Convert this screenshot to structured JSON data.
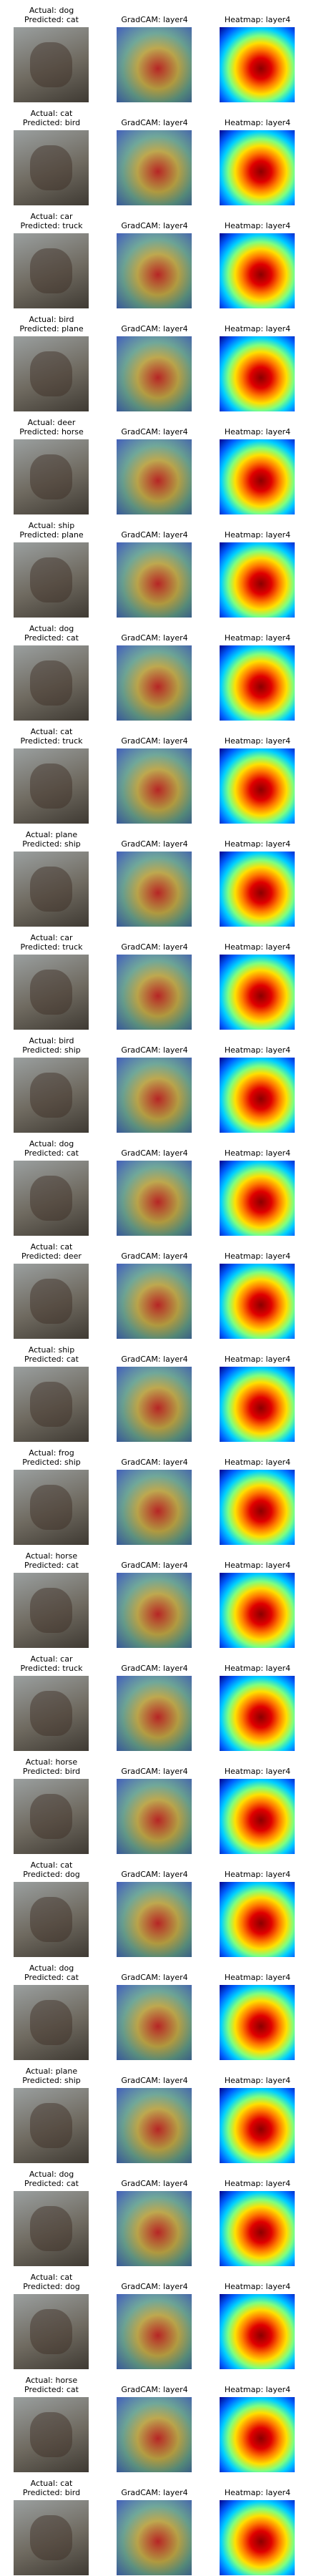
{
  "figure": {
    "rows": [
      {
        "actual_label": "Actual: dog",
        "predicted_label": "Predicted: cat",
        "gradcam_title": "GradCAM: layer4",
        "heatmap_title": "Heatmap: layer4"
      },
      {
        "actual_label": "Actual: cat",
        "predicted_label": "Predicted: bird",
        "gradcam_title": "GradCAM: layer4",
        "heatmap_title": "Heatmap: layer4"
      },
      {
        "actual_label": "Actual: car",
        "predicted_label": "Predicted: truck",
        "gradcam_title": "GradCAM: layer4",
        "heatmap_title": "Heatmap: layer4"
      },
      {
        "actual_label": "Actual: bird",
        "predicted_label": "Predicted: plane",
        "gradcam_title": "GradCAM: layer4",
        "heatmap_title": "Heatmap: layer4"
      },
      {
        "actual_label": "Actual: deer",
        "predicted_label": "Predicted: horse",
        "gradcam_title": "GradCAM: layer4",
        "heatmap_title": "Heatmap: layer4"
      },
      {
        "actual_label": "Actual: ship",
        "predicted_label": "Predicted: plane",
        "gradcam_title": "GradCAM: layer4",
        "heatmap_title": "Heatmap: layer4"
      },
      {
        "actual_label": "Actual: dog",
        "predicted_label": "Predicted: cat",
        "gradcam_title": "GradCAM: layer4",
        "heatmap_title": "Heatmap: layer4"
      },
      {
        "actual_label": "Actual: cat",
        "predicted_label": "Predicted: truck",
        "gradcam_title": "GradCAM: layer4",
        "heatmap_title": "Heatmap: layer4"
      },
      {
        "actual_label": "Actual: plane",
        "predicted_label": "Predicted: ship",
        "gradcam_title": "GradCAM: layer4",
        "heatmap_title": "Heatmap: layer4"
      },
      {
        "actual_label": "Actual: car",
        "predicted_label": "Predicted: truck",
        "gradcam_title": "GradCAM: layer4",
        "heatmap_title": "Heatmap: layer4"
      },
      {
        "actual_label": "Actual: bird",
        "predicted_label": "Predicted: ship",
        "gradcam_title": "GradCAM: layer4",
        "heatmap_title": "Heatmap: layer4"
      },
      {
        "actual_label": "Actual: dog",
        "predicted_label": "Predicted: cat",
        "gradcam_title": "GradCAM: layer4",
        "heatmap_title": "Heatmap: layer4"
      },
      {
        "actual_label": "Actual: cat",
        "predicted_label": "Predicted: deer",
        "gradcam_title": "GradCAM: layer4",
        "heatmap_title": "Heatmap: layer4"
      },
      {
        "actual_label": "Actual: ship",
        "predicted_label": "Predicted: cat",
        "gradcam_title": "GradCAM: layer4",
        "heatmap_title": "Heatmap: layer4"
      },
      {
        "actual_label": "Actual: frog",
        "predicted_label": "Predicted: ship",
        "gradcam_title": "GradCAM: layer4",
        "heatmap_title": "Heatmap: layer4"
      },
      {
        "actual_label": "Actual: horse",
        "predicted_label": "Predicted: cat",
        "gradcam_title": "GradCAM: layer4",
        "heatmap_title": "Heatmap: layer4"
      },
      {
        "actual_label": "Actual: car",
        "predicted_label": "Predicted: truck",
        "gradcam_title": "GradCAM: layer4",
        "heatmap_title": "Heatmap: layer4"
      },
      {
        "actual_label": "Actual: horse",
        "predicted_label": "Predicted: bird",
        "gradcam_title": "GradCAM: layer4",
        "heatmap_title": "Heatmap: layer4"
      },
      {
        "actual_label": "Actual: cat",
        "predicted_label": "Predicted: dog",
        "gradcam_title": "GradCAM: layer4",
        "heatmap_title": "Heatmap: layer4"
      },
      {
        "actual_label": "Actual: dog",
        "predicted_label": "Predicted: cat",
        "gradcam_title": "GradCAM: layer4",
        "heatmap_title": "Heatmap: layer4"
      },
      {
        "actual_label": "Actual: plane",
        "predicted_label": "Predicted: ship",
        "gradcam_title": "GradCAM: layer4",
        "heatmap_title": "Heatmap: layer4"
      },
      {
        "actual_label": "Actual: dog",
        "predicted_label": "Predicted: cat",
        "gradcam_title": "GradCAM: layer4",
        "heatmap_title": "Heatmap: layer4"
      },
      {
        "actual_label": "Actual: cat",
        "predicted_label": "Predicted: dog",
        "gradcam_title": "GradCAM: layer4",
        "heatmap_title": "Heatmap: layer4"
      },
      {
        "actual_label": "Actual: horse",
        "predicted_label": "Predicted: cat",
        "gradcam_title": "GradCAM: layer4",
        "heatmap_title": "Heatmap: layer4"
      },
      {
        "actual_label": "Actual: cat",
        "predicted_label": "Predicted: bird",
        "gradcam_title": "GradCAM: layer4",
        "heatmap_title": "Heatmap: layer4"
      }
    ]
  }
}
